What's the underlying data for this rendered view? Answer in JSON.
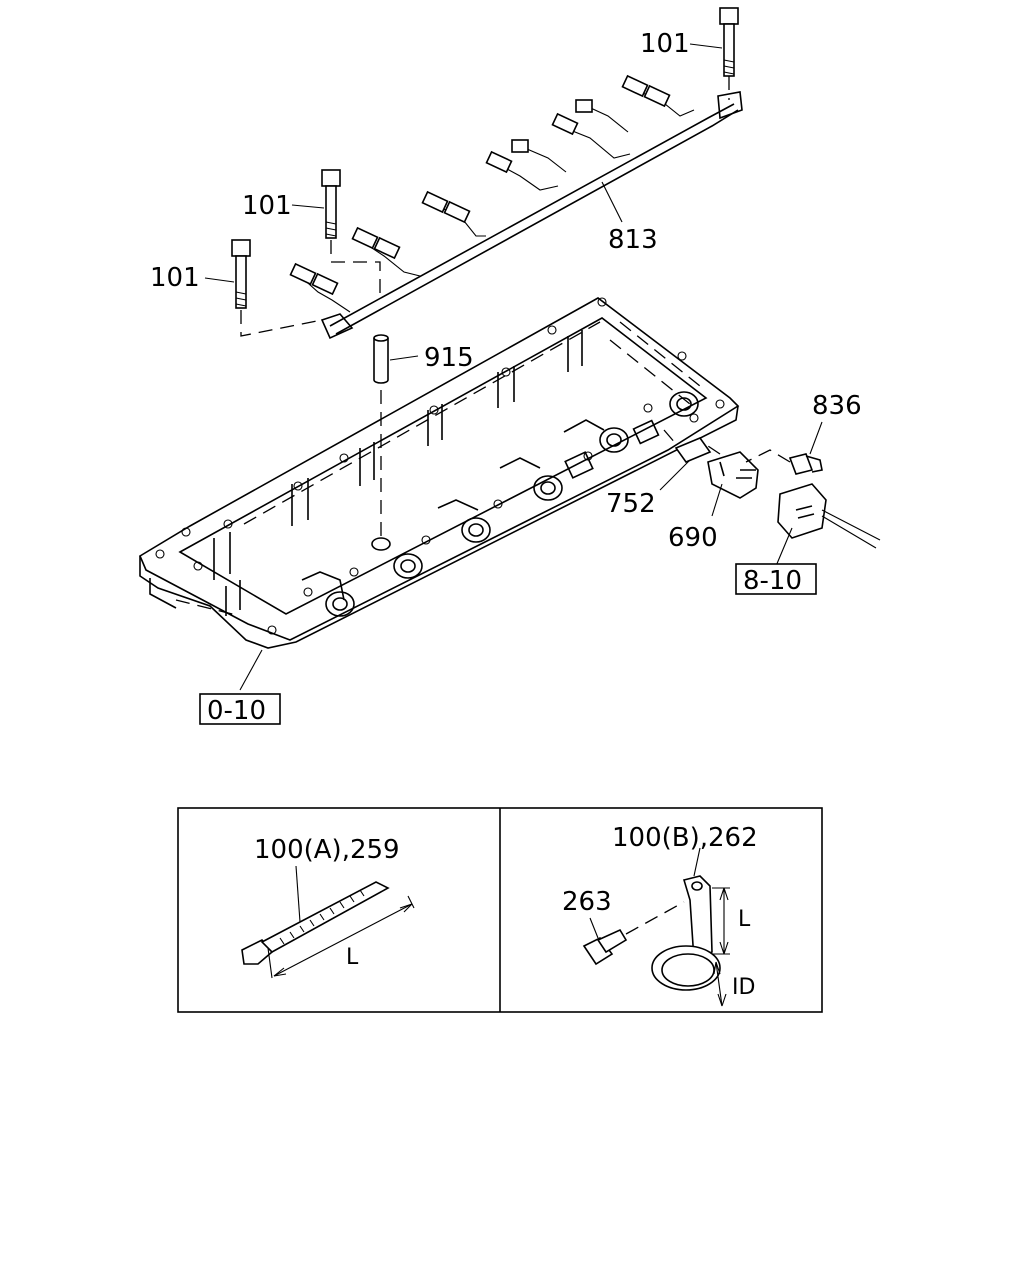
{
  "callouts": {
    "bolt_top_right": "101",
    "bolt_mid": "101",
    "bolt_left": "101",
    "harness": "813",
    "spacer": "915",
    "screw": "836",
    "gasket": "752",
    "sensor": "690",
    "ref_connector": "8-10",
    "ref_cover": "0-10"
  },
  "detail_a": {
    "title": "100(A),259",
    "dimension": "L"
  },
  "detail_b": {
    "title": "100(B),262",
    "bolt": "263",
    "dimension_length": "L",
    "dimension_id": "ID"
  }
}
